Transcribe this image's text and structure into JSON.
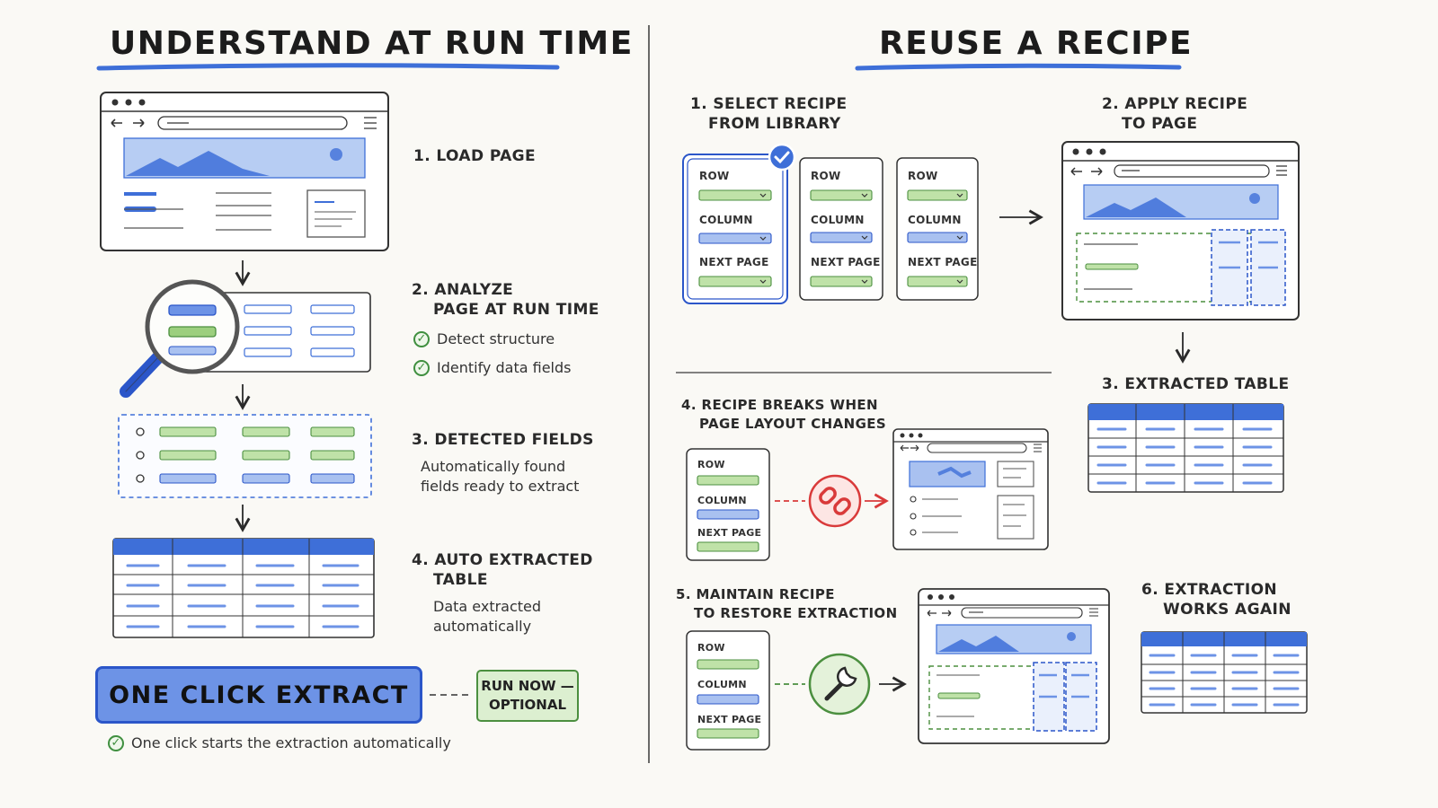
{
  "left": {
    "title": "UNDERSTAND AT RUN TIME",
    "step1": "1. LOAD PAGE",
    "step2_line1": "2. ANALYZE",
    "step2_line2": "PAGE AT RUN TIME",
    "checks": [
      "Detect structure",
      "Identify data fields"
    ],
    "step3": "3. DETECTED FIELDS",
    "step3_desc_line1": "Automatically found",
    "step3_desc_line2": "fields ready to extract",
    "step4_line1": "4. AUTO EXTRACTED",
    "step4_line2": "TABLE",
    "step4_desc_line1": "Data extracted",
    "step4_desc_line2": "automatically",
    "button_label": "ONE CLICK EXTRACT",
    "run_now_line1": "RUN NOW —",
    "run_now_line2": "OPTIONAL",
    "footer_check": "One click starts the extraction automatically"
  },
  "right": {
    "title": "REUSE A RECIPE",
    "step1_line1": "1. SELECT RECIPE",
    "step1_line2": "FROM LIBRARY",
    "step2_line1": "2. APPLY RECIPE",
    "step2_line2": "TO PAGE",
    "step3": "3. EXTRACTED TABLE",
    "step4_line1": "4. RECIPE BREAKS WHEN",
    "step4_line2": "PAGE LAYOUT CHANGES",
    "step5_line1": "5. MAINTAIN RECIPE",
    "step5_line2": "TO RESTORE EXTRACTION",
    "step6_line1": "6. EXTRACTION",
    "step6_line2": "WORKS AGAIN",
    "recipe_fields": [
      "ROW",
      "COLUMN",
      "NEXT PAGE"
    ]
  },
  "colors": {
    "blue": "#3e6fd8",
    "light_blue": "#a9c1f0",
    "green": "#9ccf7e",
    "light_green": "#d6ecc6",
    "red": "#d93a3a",
    "ink": "#3a3a3a"
  },
  "icons": [
    "magnifier-icon",
    "check-icon",
    "broken-link-icon",
    "wrench-icon",
    "arrow-icon"
  ]
}
